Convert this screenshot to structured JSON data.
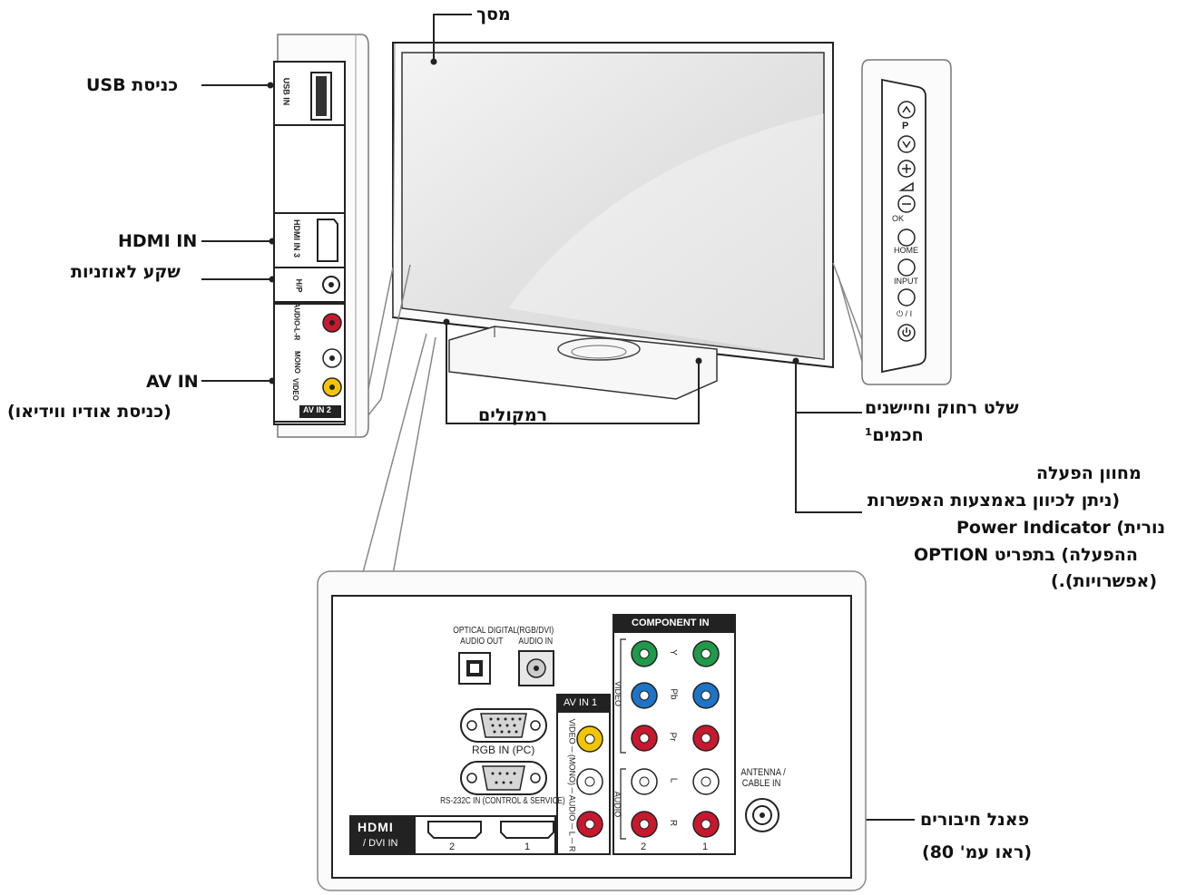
{
  "callouts": {
    "screen": "מסך",
    "usb_in": "כניסת USB",
    "hdmi_in": "HDMI IN",
    "headphone": "שקע לאוזניות",
    "av_in_line1": "AV IN",
    "av_in_line2": "(כניסת אודיו ווידיאו)",
    "speakers": "רמקולים",
    "remote_line1": "שלט רחוק וחיישנים",
    "remote_line2": "חכמים¹",
    "power_line1": "מחוון הפעלה",
    "power_line2": "(ניתן לכיוון באמצעות האפשרות",
    "power_line3": "Power Indicator (נורית",
    "power_line4": "ההפעלה) בתפריט OPTION",
    "power_line5": "(אפשרויות).)",
    "panel_line1": "פאנל חיבורים",
    "panel_line2": "(ראו עמ' 80)"
  },
  "side_panel": {
    "usb_label": "USB IN",
    "hdmi_label": "HDMI IN 3",
    "headphone_label": "H/P",
    "audio_label": "AUDIO-L-R",
    "mono_label": "MONO",
    "video_label": "VIDEO",
    "av_label": "AV IN 2"
  },
  "side_buttons": {
    "p_label": "P",
    "ok_label": "OK",
    "home_label": "HOME",
    "input_label": "INPUT",
    "power_label": "⏻ / I"
  },
  "back_panel": {
    "optical_label_1": "OPTICAL DIGITAL",
    "optical_label_2": "AUDIO OUT",
    "rgbdvi_label_1": "(RGB/DVI)",
    "rgbdvi_label_2": "AUDIO IN",
    "rgb_in_label": "RGB IN (PC)",
    "rs232_label": "RS-232C IN (CONTROL & SERVICE)",
    "av_in1_label": "AV IN 1",
    "av_in1_side": "VIDEO ─ (MONO) ─ AUDIO ─ L ─ R",
    "component_label": "COMPONENT IN",
    "comp_video": "VIDEO",
    "comp_audio": "AUDIO",
    "y_label": "Y",
    "pb_label": "Pb",
    "pr_label": "Pr",
    "l_label": "L",
    "r_label": "R",
    "col2": "2",
    "col1": "1",
    "antenna_1": "ANTENNA /",
    "antenna_2": "CABLE IN",
    "hdmi_logo": "HDMI",
    "dvi_in": "/ DVI IN",
    "hdmi_port2": "2",
    "hdmi_port1": "1"
  },
  "colors": {
    "green": "#1f9a4a",
    "blue": "#1d74c7",
    "red": "#c8182e",
    "yellow": "#f2c500",
    "white_jack": "#ffffff",
    "line": "#222222"
  }
}
